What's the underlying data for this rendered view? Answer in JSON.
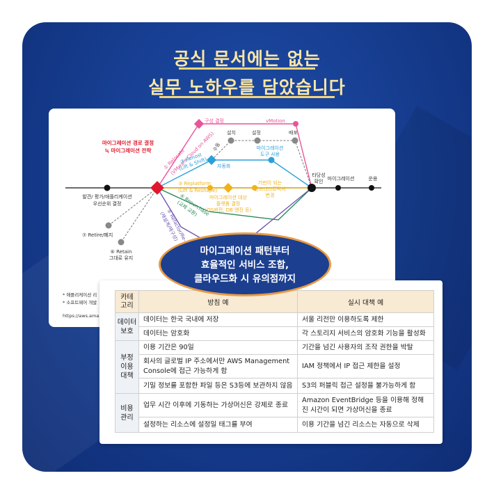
{
  "headline": {
    "line1": "공식 문서에는 없는",
    "line2": "실무 노하우를 담았습니다"
  },
  "diagram": {
    "decision": [
      "마이그레이션 경로 결정",
      "≒ 마이그레이션 전략"
    ],
    "discovery": [
      "발견/ 평가/애플리케이션",
      "우선순위 결정"
    ],
    "relocate": [
      "① Relocate",
      "(VMware Cloud on AWS)"
    ],
    "rehost": [
      "② Rehost",
      "(Lift & Shift)"
    ],
    "replatform": [
      "③ Replatform",
      "(Lift & Reshape)"
    ],
    "repurchase": [
      "④ Repurchase",
      "(교체 교환)"
    ],
    "refactor": [
      "⑤ Refactor/Re-architect",
      "(재설계/재구성)"
    ],
    "retire": "⑦ Retire/폐지",
    "retain": [
      "⑥ Retain",
      "그대로 유지"
    ],
    "config": "구성 결정",
    "vmotion": "vMotion",
    "manual": "수동",
    "install": "설치",
    "setting": "설정",
    "deploy": "배포",
    "tools": [
      "마이그레이션",
      "도구 사용"
    ],
    "automation": "자동화",
    "target": [
      "마이그레이션 대상",
      "플랫폼 결정",
      "(OS버전, DB 엔진 등)"
    ],
    "infra": [
      "기반이 되는",
      "인프라스트럭처",
      "변경"
    ],
    "validity": [
      "타당성",
      "확인"
    ],
    "migration": "마이그레이션",
    "operation": "운용",
    "notes": [
      "* 애플리케이션 리",
      "* 소프트웨어 개발"
    ],
    "url": "https://aws.ama"
  },
  "callout": {
    "lines": [
      "마이그레이션 패턴부터",
      "효율적인 서비스 조합,",
      "클라우드화 시 유의점까지"
    ]
  },
  "table": {
    "headers": [
      "카테\n고리",
      "방침 예",
      "실시 대책 예"
    ],
    "groups": [
      {
        "category": "데이터\n보호",
        "rows": [
          [
            "데이터는 한국 국내에 저장",
            "서울 리전만 이용하도록 제한"
          ],
          [
            "데이터는 암호화",
            "각 스토리지 서비스의 암호화 기능을 활성화"
          ]
        ]
      },
      {
        "category": "부정\n이용\n대책",
        "rows": [
          [
            "이용 기간은 90일",
            "기간을 넘긴 사용자의 조작 권한을 박탈"
          ],
          [
            "회사의 글로벌 IP 주소에서만 AWS Management Console에 접근 가능하게 함",
            "IAM 정책에서 IP 접근 제한을 설정"
          ],
          [
            "기밀 정보를 포함한 파일 등은 S3등에 보관하지 않음",
            "S3의 퍼블릭 접근 설정을 불가능하게 함"
          ]
        ]
      },
      {
        "category": "비용\n관리",
        "rows": [
          [
            "업무 시간 이후에 기동하는 가상머신은 강제로 종료",
            "Amazon EventBridge 등을 이용해 정해진 시간이 되면 가상머신을 종료"
          ],
          [
            "설정하는 리소스에 설정일 태그를 부여",
            "이용 기간을 넘긴 리소스는 자동으로 삭제"
          ]
        ]
      }
    ]
  },
  "colors": {
    "background": "#173f93",
    "headline": "#fbe6a6",
    "relocate": "#e8559a",
    "rehost": "#2aa0d8",
    "replatform": "#f0b21a",
    "repurchase": "#2b8a5a",
    "refactor": "#6f58b0",
    "decision": "#e0182d",
    "table_header": "#f8ead3",
    "callout_border": "#e99a44"
  }
}
